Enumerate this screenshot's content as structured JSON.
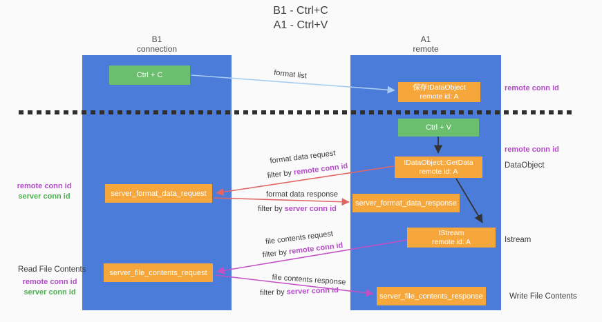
{
  "title": {
    "line1": "B1 - Ctrl+C",
    "line2": "A1 - Ctrl+V"
  },
  "lanes": {
    "left": {
      "name": "B1",
      "role": "connection"
    },
    "right": {
      "name": "A1",
      "role": "remote"
    }
  },
  "nodes": {
    "ctrl_c": {
      "label": "Ctrl + C"
    },
    "ctrl_v": {
      "label": "Ctrl + V"
    },
    "save_dataobject": {
      "line1": "保存IDataObject",
      "line2": "remote id: A"
    },
    "getdata": {
      "line1": "IDataObject::GetData",
      "line2": "remote id: A"
    },
    "istream": {
      "line1": "IStream",
      "line2": "remote id: A"
    },
    "server_format_data_request": {
      "label": "server_format_data_request"
    },
    "server_format_data_response": {
      "label": "server_format_data_response"
    },
    "server_file_contents_request": {
      "label": "server_file_contents_request"
    },
    "server_file_contents_response": {
      "label": "server_file_contents_response"
    }
  },
  "arrow_labels": {
    "format_list": "format list",
    "format_data_request": "format data request",
    "format_data_request_filter_prefix": "filter by ",
    "format_data_request_filter_id": "remote conn id",
    "format_data_response": "format data response",
    "format_data_response_filter_prefix": "filter by ",
    "format_data_response_filter_id": "server conn id",
    "file_contents_request": "file contents request",
    "file_contents_request_filter_prefix": "filter by ",
    "file_contents_request_filter_id": "remote conn id",
    "file_contents_response": "file contents response",
    "file_contents_response_filter_prefix": "filter by ",
    "file_contents_response_filter_id": "server conn id"
  },
  "side_labels": {
    "right_top_remote_conn_id": "remote conn id",
    "right_mid_remote_conn_id": "remote conn id",
    "dataobject": "DataObject",
    "istream": "Istream",
    "write_file_contents": "Write File Contents",
    "left_mid_remote_conn_id": "remote conn id",
    "left_mid_server_conn_id": "server conn id",
    "read_file_contents": "Read File Contents",
    "left_bottom_remote_conn_id": "remote conn id",
    "left_bottom_server_conn_id": "server conn id"
  },
  "colors": {
    "lane_blue": "#4C7CD9",
    "box_orange": "#F6A73B",
    "box_green": "#6BBE6E",
    "arrow_red": "#E06666",
    "arrow_magenta": "#C44FC4",
    "arrow_light_blue": "#A9CDF0",
    "arrow_black": "#333333",
    "label_purple": "#B44BC8",
    "label_green": "#4CAF50"
  }
}
